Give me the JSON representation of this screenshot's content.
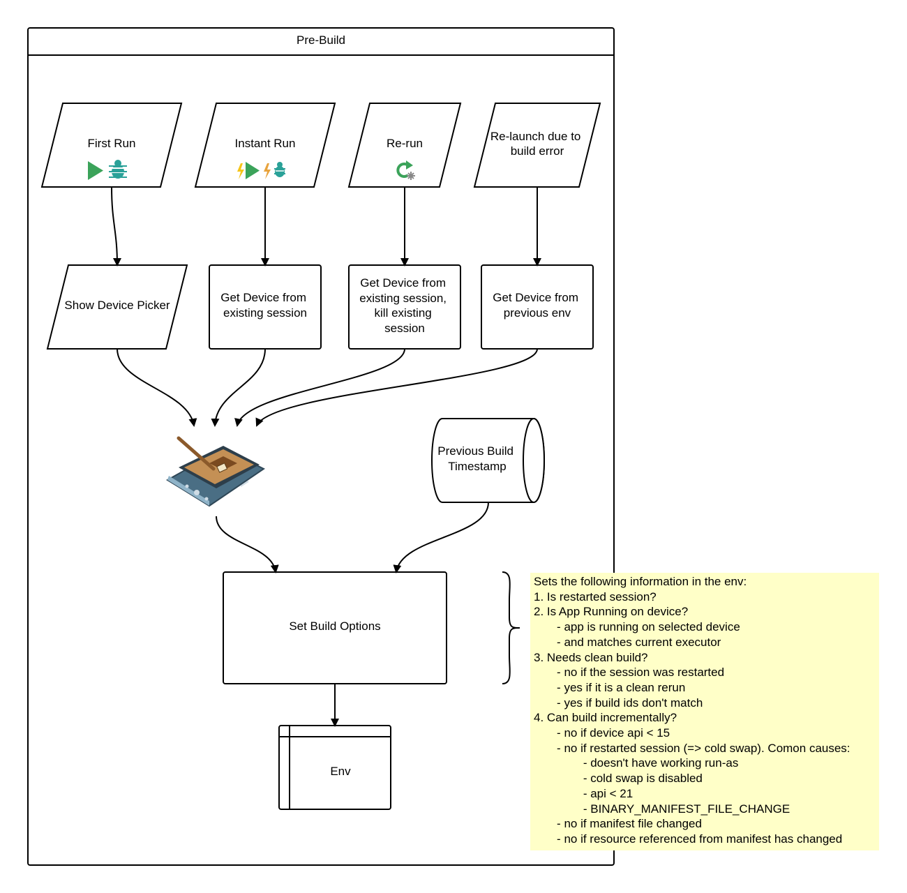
{
  "container": {
    "title": "Pre-Build"
  },
  "nodes": {
    "first_run": "First Run",
    "instant_run": "Instant Run",
    "rerun": "Re-run",
    "relaunch": [
      "Re-launch due to",
      "build error"
    ],
    "show_device_picker": "Show Device Picker",
    "get_device_existing": [
      "Get Device from",
      "existing session"
    ],
    "get_device_kill": [
      "Get Device from",
      "existing session,",
      "kill existing",
      "session"
    ],
    "get_device_previous": [
      "Get Device from",
      "previous env"
    ],
    "previous_build": [
      "Previous Build",
      "Timestamp"
    ],
    "set_build_options": "Set Build Options",
    "env": "Env"
  },
  "icons": {
    "first_run": [
      "run-play-icon",
      "debug-bug-icon"
    ],
    "instant_run": [
      "instant-run-icon",
      "instant-debug-icon"
    ],
    "rerun": [
      "rerun-icon"
    ],
    "device": "handheld-device-icon"
  },
  "colors": {
    "play_green": "#3ba35a",
    "bug_teal": "#2aa198",
    "lightning_yellow": "#f5c518",
    "note_background": "#ffffc8"
  },
  "note": {
    "lines": [
      "Sets the following information in the env:",
      "1. Is restarted session?",
      "2. Is App Running on device?",
      "       - app is running on selected device",
      "       - and matches current executor",
      "3. Needs clean build?",
      "       - no if the session was restarted",
      "       - yes if it is a clean rerun",
      "       - yes if build ids don't match",
      "4. Can build incrementally?",
      "       - no if device api < 15",
      "       - no if restarted session (=> cold swap). Comon causes:",
      "               - doesn't have working run-as",
      "               - cold swap is disabled",
      "               - api < 21",
      "               - BINARY_MANIFEST_FILE_CHANGE",
      "       - no if manifest file changed",
      "       - no if resource referenced from manifest has changed"
    ]
  }
}
